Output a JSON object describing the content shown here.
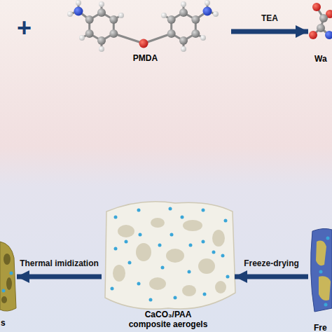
{
  "diagram": {
    "nodes": [
      {
        "text": [
          "PMDA"
        ]
      },
      {
        "text": [
          "Wa"
        ]
      },
      {
        "text": [
          "s"
        ]
      },
      {
        "text": [
          "CaCO₃/PAA composite aerogels"
        ]
      },
      {
        "text": [
          "Fre"
        ]
      }
    ],
    "edges": [
      {
        "from": 0,
        "to": 1,
        "arrow": "to",
        "label": "TEA"
      },
      {
        "from": 4,
        "to": 3,
        "arrow": "to",
        "label": "Freeze-drying"
      },
      {
        "from": 3,
        "to": 2,
        "arrow": "to",
        "label": "Thermal imidization"
      }
    ],
    "labels": [
      "+"
    ]
  }
}
